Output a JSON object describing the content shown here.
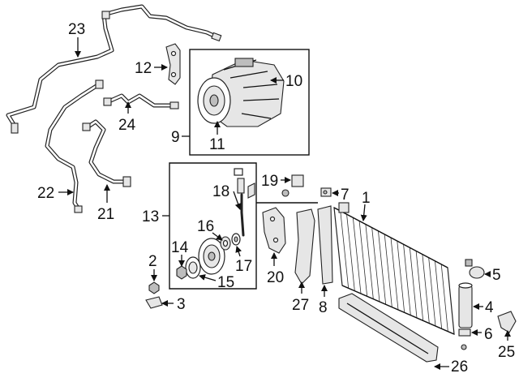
{
  "diagram": {
    "callouts": [
      {
        "id": "p1",
        "label": "1"
      },
      {
        "id": "p2",
        "label": "2"
      },
      {
        "id": "p3",
        "label": "3"
      },
      {
        "id": "p4",
        "label": "4"
      },
      {
        "id": "p5",
        "label": "5"
      },
      {
        "id": "p6",
        "label": "6"
      },
      {
        "id": "p7",
        "label": "7"
      },
      {
        "id": "p8",
        "label": "8"
      },
      {
        "id": "p9",
        "label": "9"
      },
      {
        "id": "p10",
        "label": "10"
      },
      {
        "id": "p11",
        "label": "11"
      },
      {
        "id": "p12",
        "label": "12"
      },
      {
        "id": "p13",
        "label": "13"
      },
      {
        "id": "p14",
        "label": "14"
      },
      {
        "id": "p15",
        "label": "15"
      },
      {
        "id": "p16",
        "label": "16"
      },
      {
        "id": "p17",
        "label": "17"
      },
      {
        "id": "p18",
        "label": "18"
      },
      {
        "id": "p19",
        "label": "19"
      },
      {
        "id": "p20",
        "label": "20"
      },
      {
        "id": "p21",
        "label": "21"
      },
      {
        "id": "p22",
        "label": "22"
      },
      {
        "id": "p23",
        "label": "23"
      },
      {
        "id": "p24",
        "label": "24"
      },
      {
        "id": "p25",
        "label": "25"
      },
      {
        "id": "p26",
        "label": "26"
      },
      {
        "id": "p27",
        "label": "27"
      }
    ]
  }
}
